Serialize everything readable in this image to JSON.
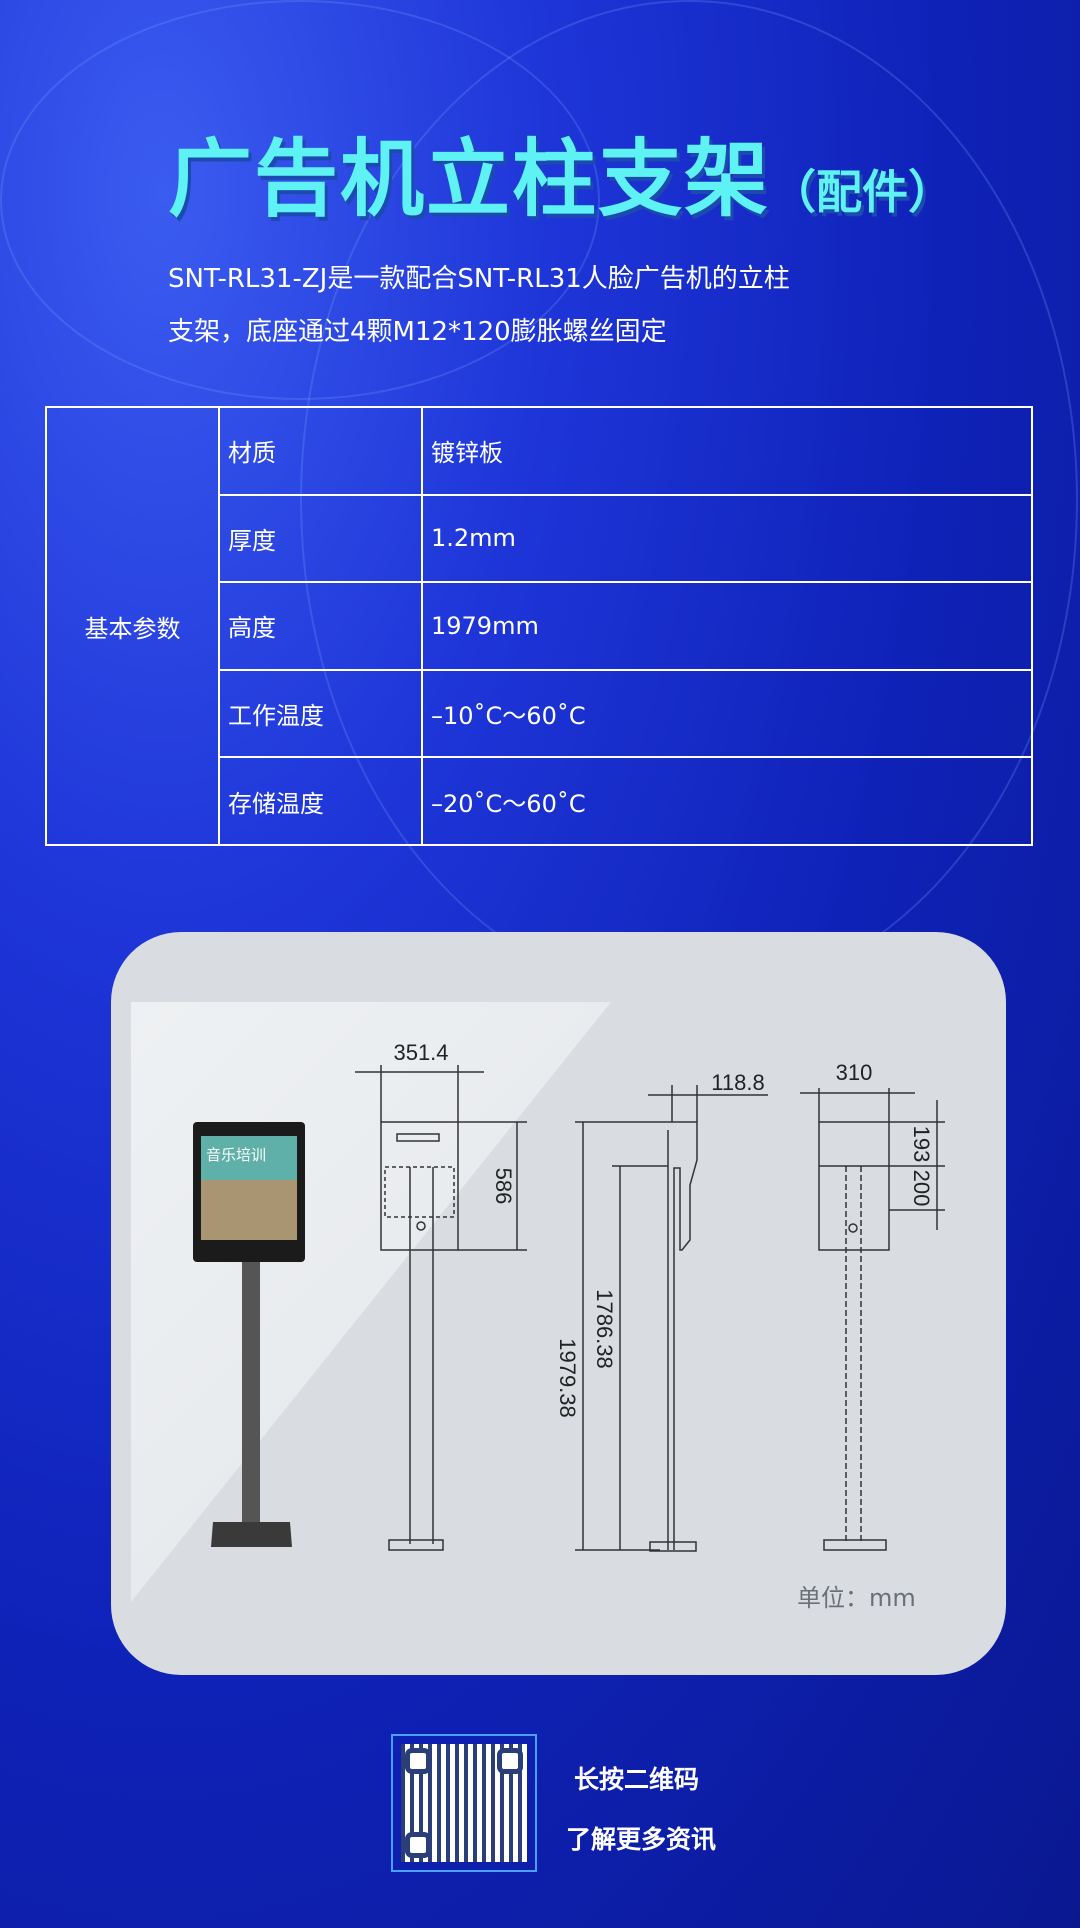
{
  "header": {
    "title": "广告机立柱支架",
    "title_suffix": "（配件）",
    "desc_line1": "SNT-RL31-ZJ是一款配合SNT-RL31人脸广告机的立柱",
    "desc_line2": "支架，底座通过4颗M12*120膨胀螺丝固定"
  },
  "specs": {
    "group": "基本参数",
    "rows": [
      {
        "k": "材质",
        "v": "镀锌板"
      },
      {
        "k": "厚度",
        "v": "1.2mm"
      },
      {
        "k": "高度",
        "v": "1979mm"
      },
      {
        "k": "工作温度",
        "v": "–10˚C～60˚C"
      },
      {
        "k": "存储温度",
        "v": "–20˚C～60˚C"
      }
    ]
  },
  "drawing": {
    "front_width": "351.4",
    "head_height": "586",
    "side_depth": "118.8",
    "total_height": "1979.38",
    "mount_height": "1786.38",
    "back_width": "310",
    "back_top": "193",
    "back_mid": "200",
    "unit": "单位：mm",
    "screen_text": "音乐培训"
  },
  "footer": {
    "line1": "长按二维码",
    "line2": "了解更多资讯"
  },
  "colors": {
    "title": "#5ef2f4",
    "background": "#1a2fcf",
    "panel": "#d9dde2"
  }
}
